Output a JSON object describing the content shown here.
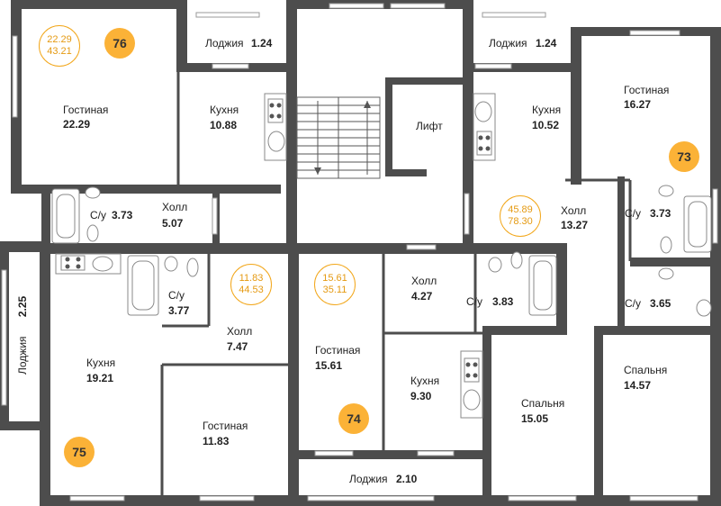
{
  "colors": {
    "badge": "#fbb237",
    "ring": "#f2a71b",
    "ring_text": "#e59a12",
    "wall": "#4d4d4d"
  },
  "apartments": [
    {
      "id": "apt-76",
      "number": "76",
      "living_area": "22.29",
      "total_area": "43.21"
    },
    {
      "id": "apt-73",
      "number": "73",
      "living_area": "45.89",
      "total_area": "78.30"
    },
    {
      "id": "apt-75",
      "number": "75",
      "living_area": "11.83",
      "total_area": "44.53"
    },
    {
      "id": "apt-74",
      "number": "74",
      "living_area": "15.61",
      "total_area": "35.11"
    }
  ],
  "rooms": [
    {
      "name": "Лоджия",
      "area": "1.24"
    },
    {
      "name": "Гостиная",
      "area": "22.29"
    },
    {
      "name": "Кухня",
      "area": "10.88"
    },
    {
      "name": "С/у",
      "area": "3.73"
    },
    {
      "name": "Холл",
      "area": "5.07"
    },
    {
      "name": "Лифт",
      "area": ""
    },
    {
      "name": "Лоджия",
      "area": "1.24"
    },
    {
      "name": "Кухня",
      "area": "10.52"
    },
    {
      "name": "Гостиная",
      "area": "16.27"
    },
    {
      "name": "Холл",
      "area": "13.27"
    },
    {
      "name": "С/у",
      "area": "3.73"
    },
    {
      "name": "С/у",
      "area": "3.65"
    },
    {
      "name": "Спальня",
      "area": "14.57"
    },
    {
      "name": "Лоджия",
      "area": "2.25"
    },
    {
      "name": "С/у",
      "area": "3.77"
    },
    {
      "name": "Холл",
      "area": "7.47"
    },
    {
      "name": "Кухня",
      "area": "19.21"
    },
    {
      "name": "Гостиная",
      "area": "11.83"
    },
    {
      "name": "Холл",
      "area": "4.27"
    },
    {
      "name": "С/у",
      "area": "3.83"
    },
    {
      "name": "Гостиная",
      "area": "15.61"
    },
    {
      "name": "Кухня",
      "area": "9.30"
    },
    {
      "name": "Спальня",
      "area": "15.05"
    },
    {
      "name": "Лоджия",
      "area": "2.10"
    }
  ]
}
